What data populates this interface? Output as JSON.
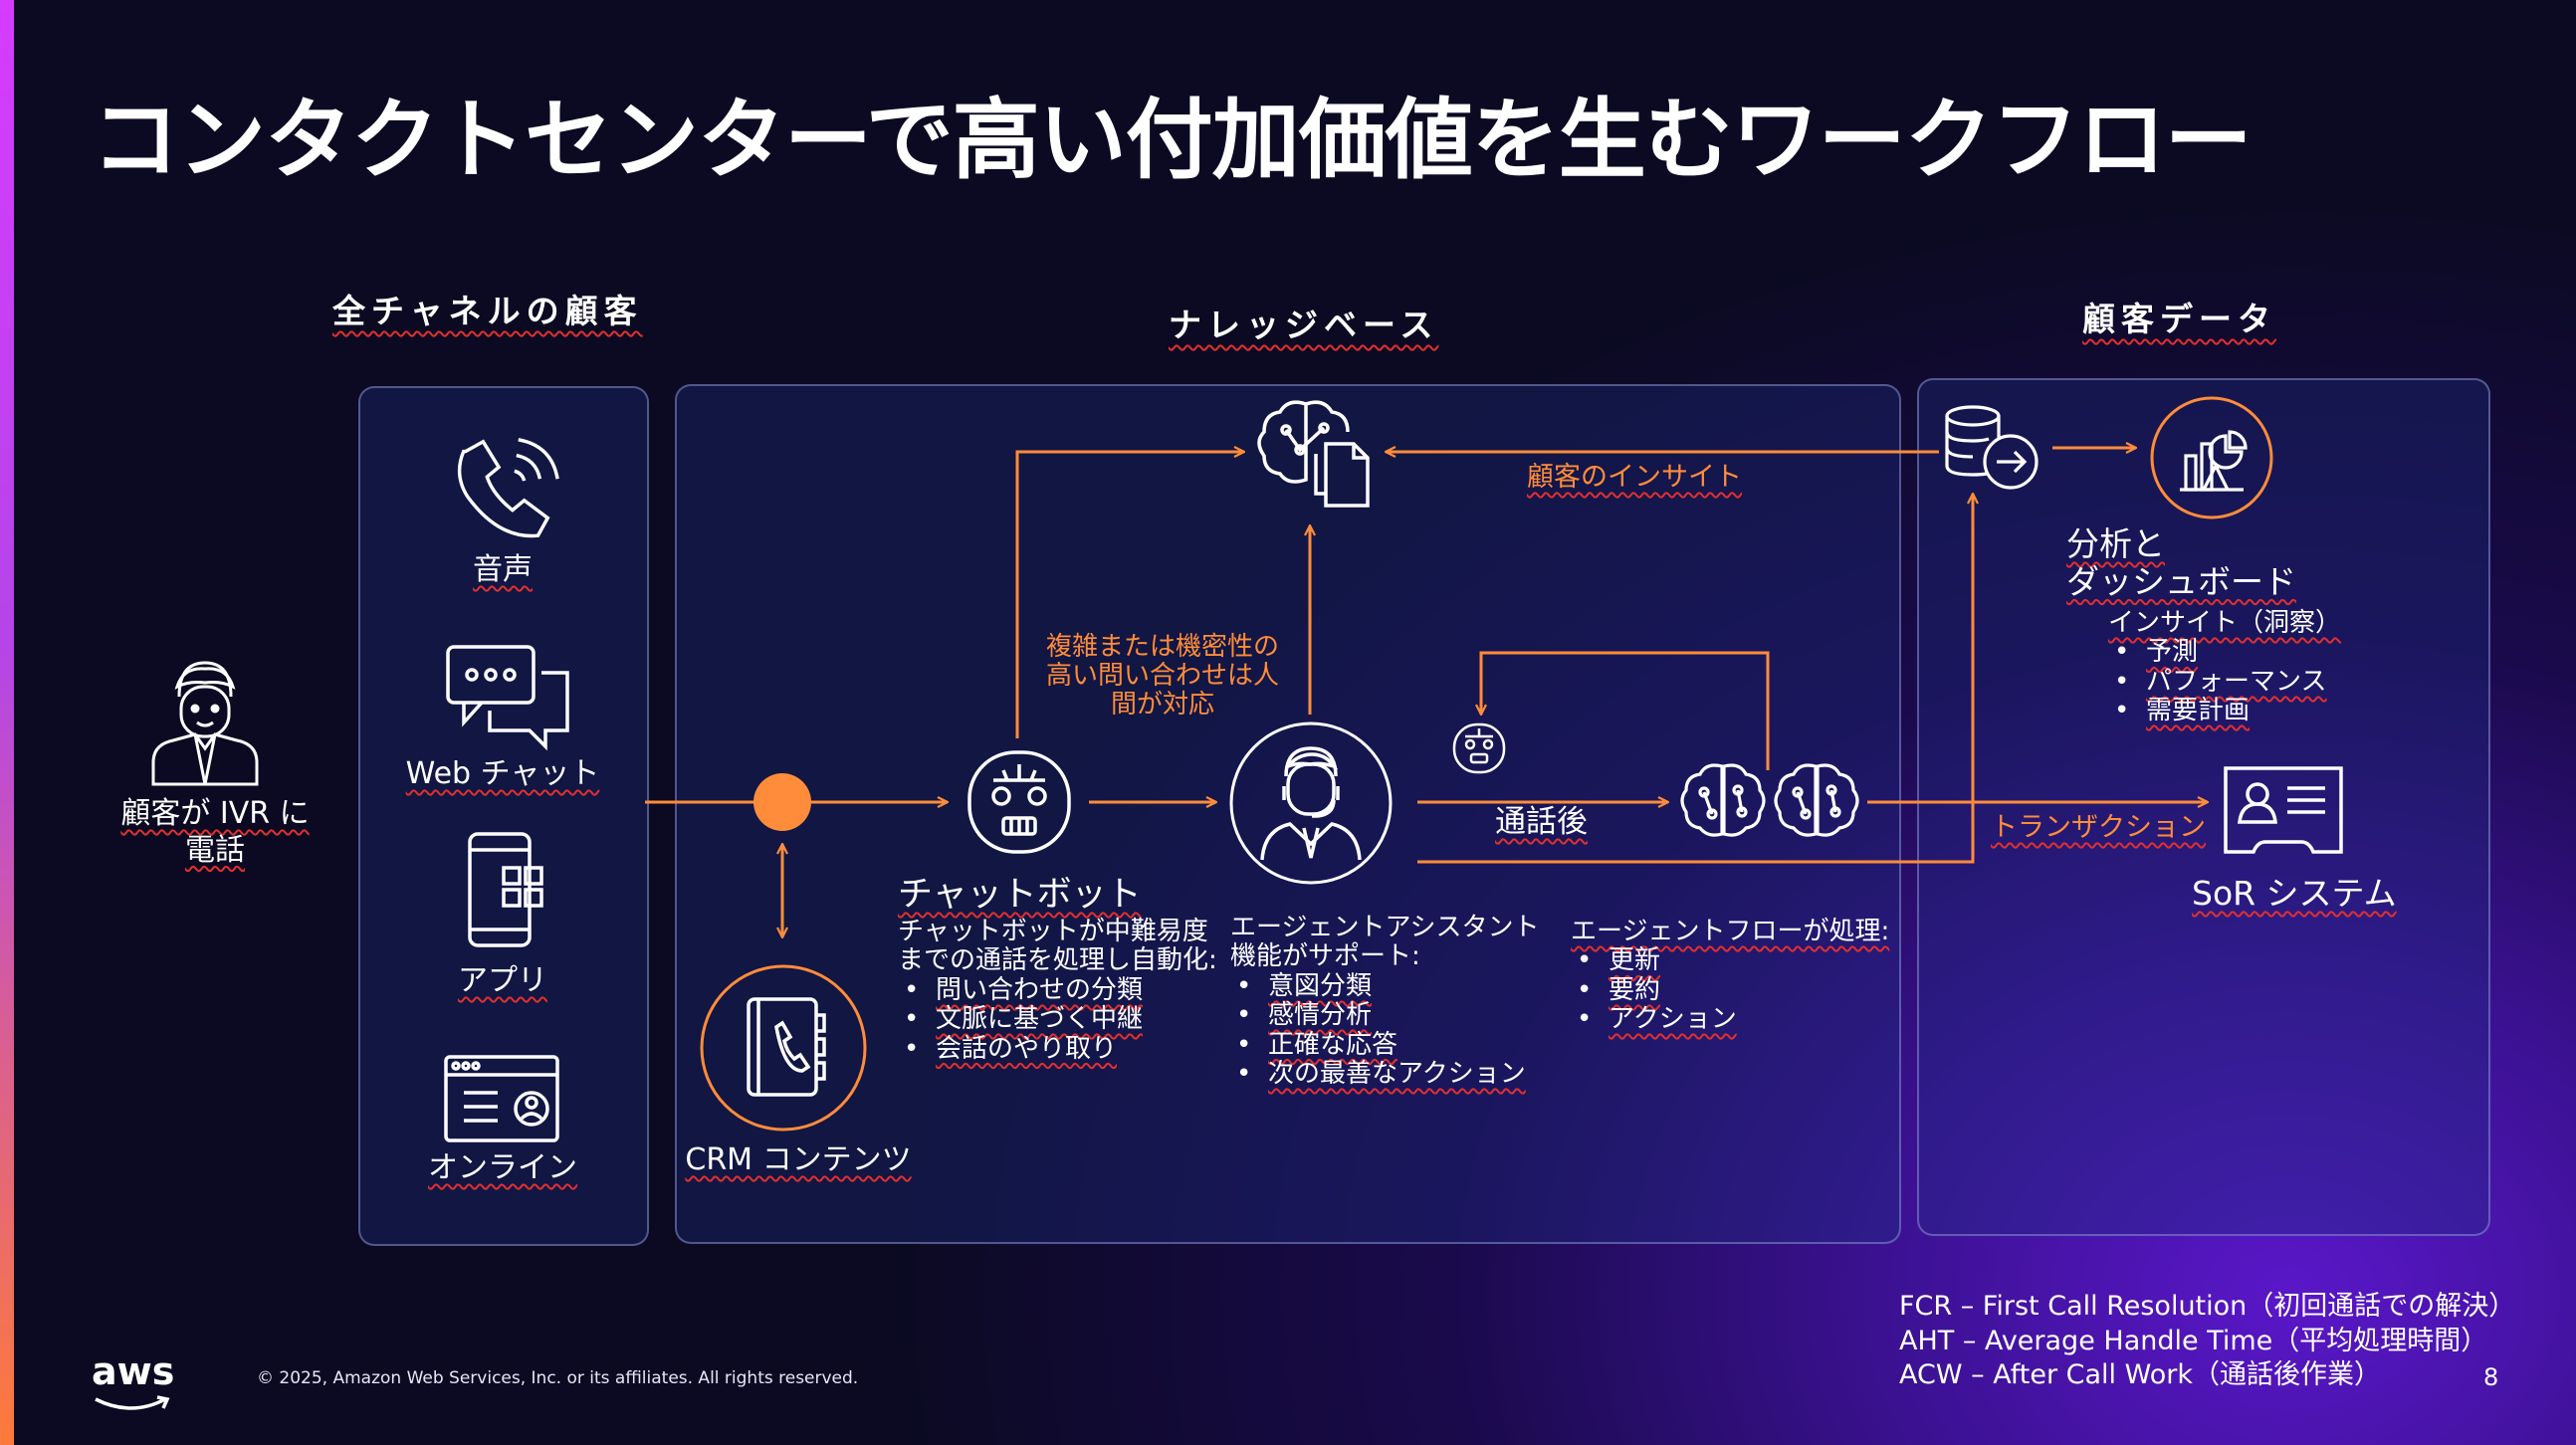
{
  "title": "コンタクトセンターで高い付加価値を生むワークフロー",
  "sections": {
    "channels": "全チャネルの顧客",
    "knowledge": "ナレッジベース",
    "customer_data": "顧客データ"
  },
  "customer": {
    "label_line1": "顧客が IVR に",
    "label_line2": "電話"
  },
  "channels": [
    "音声",
    "Web チャット",
    "アプリ",
    "オンライン"
  ],
  "crm": "CRM コンテンツ",
  "complex_note": [
    "複雑または機密性の",
    "高い問い合わせは人",
    "間が対応"
  ],
  "customer_insight": "顧客のインサイト",
  "chatbot": {
    "title": "チャットボット",
    "desc_line1": "チャットボットが中難易度",
    "desc_line2": "までの通話を処理し自動化:",
    "items": [
      "問い合わせの分類",
      "文脈に基づく中継",
      "会話のやり取り"
    ]
  },
  "agent_assist": {
    "desc_line1": "エージェントアシスタント",
    "desc_line2": "機能がサポート:",
    "items": [
      "意図分類",
      "感情分析",
      "正確な応答",
      "次の最善なアクション"
    ]
  },
  "after_call": "通話後",
  "agent_flow": {
    "title": "エージェントフローが処理:",
    "items": [
      "更新",
      "要約",
      "アクション"
    ]
  },
  "transaction": "トランザクション",
  "analytics": {
    "title_line1": "分析と",
    "title_line2": "ダッシュボード",
    "sub": "インサイト（洞察）",
    "items": [
      "予測",
      "パフォーマンス",
      "需要計画"
    ]
  },
  "sor": "SoR システム",
  "abbreviations": [
    "FCR – First Call Resolution（初回通話での解決）",
    "AHT – Average Handle Time（平均処理時間）",
    "ACW – After Call Work（通話後作業）"
  ],
  "footer": {
    "logo": "aws",
    "copyright": "© 2025, Amazon Web Services, Inc. or its affiliates. All rights reserved.",
    "page": "8"
  },
  "colors": {
    "accent": "#ff8c3a",
    "panel_border": "#a0aae6",
    "bg_deep": "#0b0a22",
    "bg_purple": "#5a17c9"
  }
}
